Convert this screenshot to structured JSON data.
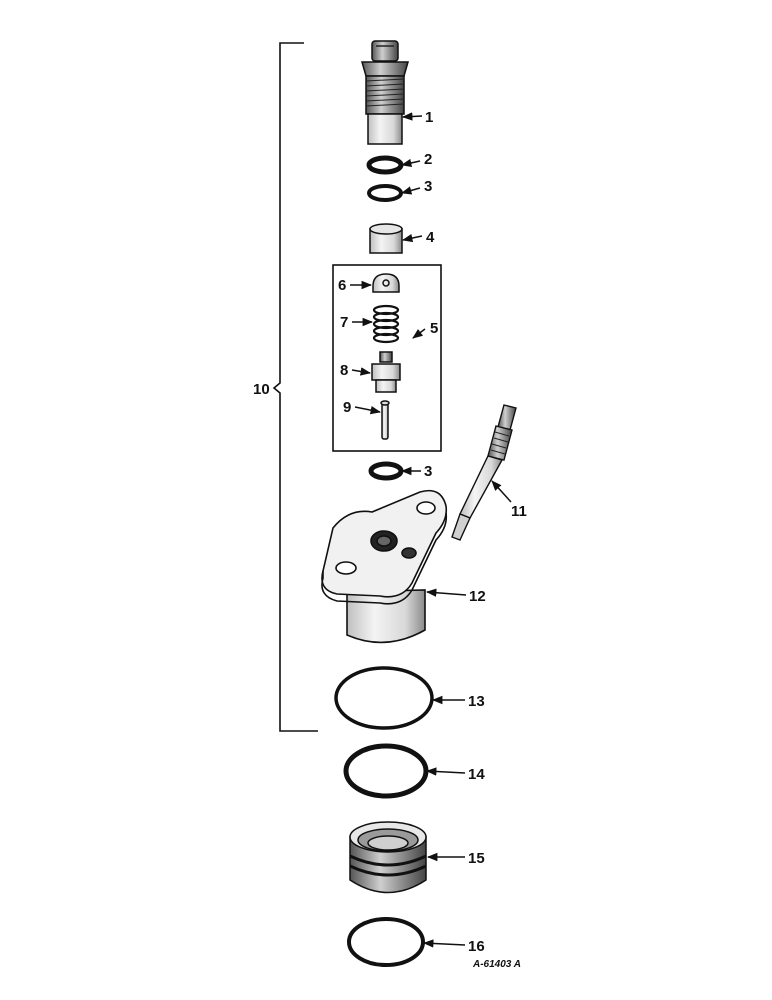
{
  "callouts": {
    "c1": "1",
    "c2": "2",
    "c3a": "3",
    "c4": "4",
    "c5": "5",
    "c6": "6",
    "c7": "7",
    "c8": "8",
    "c9": "9",
    "c10": "10",
    "c3b": "3",
    "c11": "11",
    "c12": "12",
    "c13": "13",
    "c14": "14",
    "c15": "15",
    "c16": "16"
  },
  "reference": "A-61403 A"
}
